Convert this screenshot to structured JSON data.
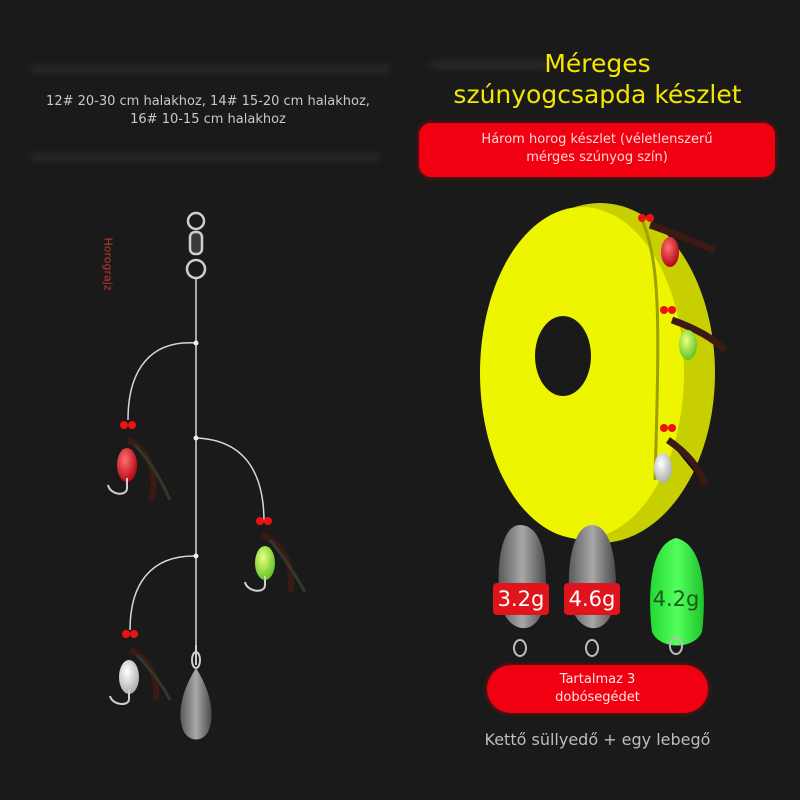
{
  "header": {
    "sizes_line1": "12# 20-30 cm halakhoz, 14# 15-20 cm halakhoz,",
    "sizes_line2": "16# 10-15 cm halakhoz"
  },
  "side_label": "Horograjz",
  "title": {
    "line1": "Méreges",
    "line2": "szúnyogcsapda készlet"
  },
  "top_badge": {
    "line1": "Három horog készlet (véletlenszerű",
    "line2": "mérges szúnyog szín)"
  },
  "weights": {
    "sinker1": "3.2g",
    "sinker2": "4.6g",
    "float": "4.2g"
  },
  "bottom_badge": {
    "line1": "Tartalmaz 3",
    "line2": "dobósegédet"
  },
  "caption": "Kettő süllyedő + egy lebegő",
  "colors": {
    "background": "#1a1a1a",
    "title": "#f4e600",
    "badge": "#f00010",
    "spool": "#eef500",
    "float": "#2ef23a"
  },
  "icons": [
    "swivel-icon",
    "fly-hook-icon",
    "sinker-icon",
    "float-icon",
    "spool-icon"
  ]
}
